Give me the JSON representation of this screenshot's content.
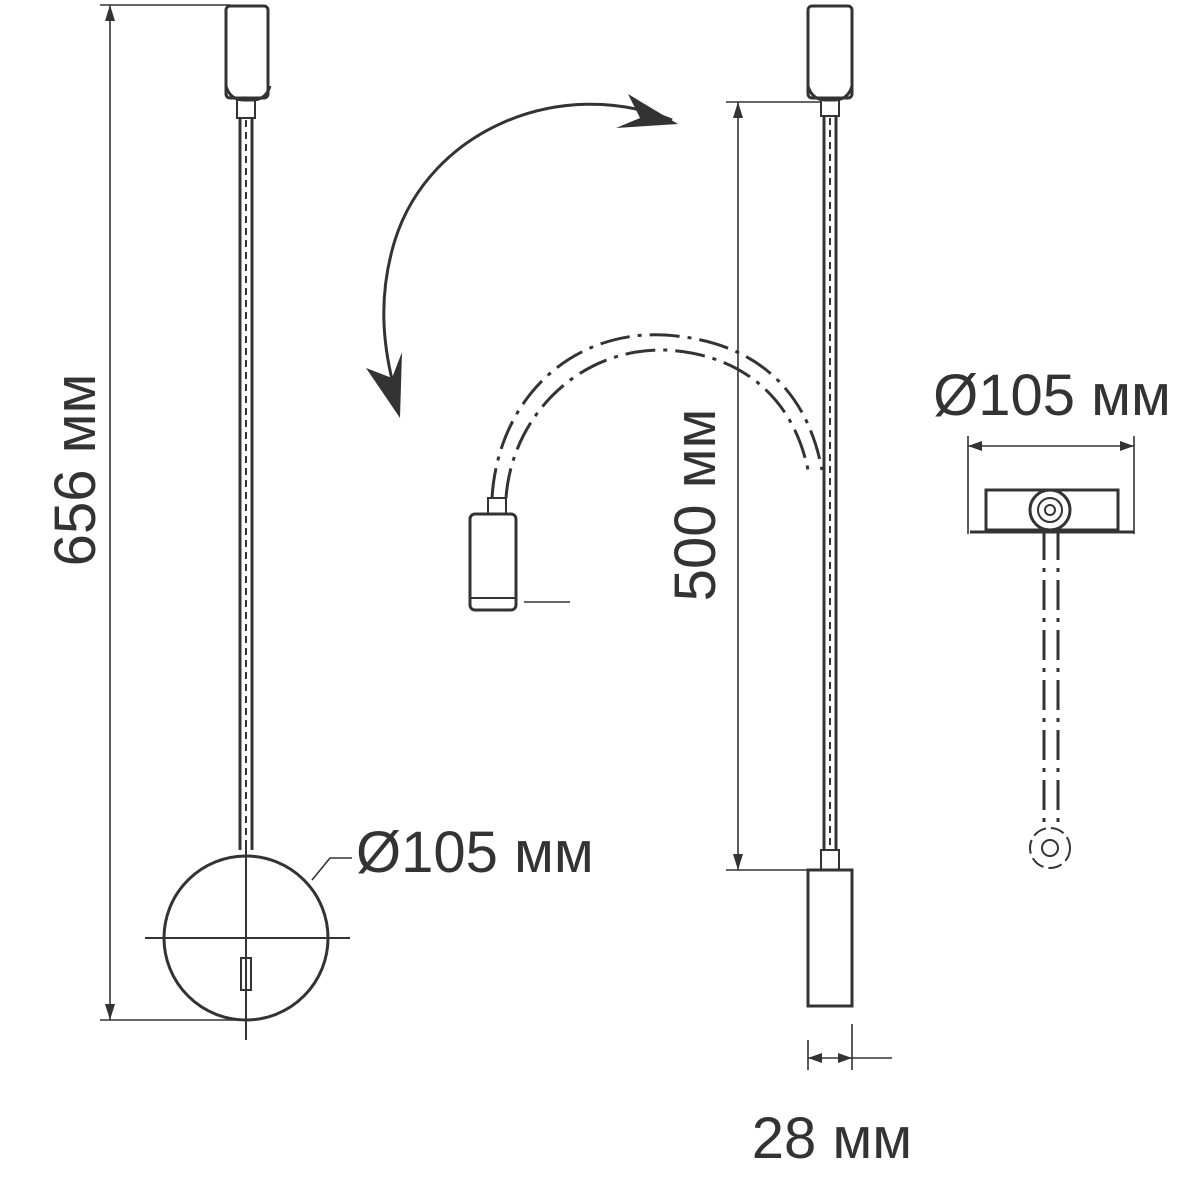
{
  "dimensions": {
    "total_height": "656 мм",
    "flex_length": "500 мм",
    "base_diameter": "Ø105 мм",
    "top_view_diameter": "Ø105 мм",
    "head_width": "28 мм"
  }
}
